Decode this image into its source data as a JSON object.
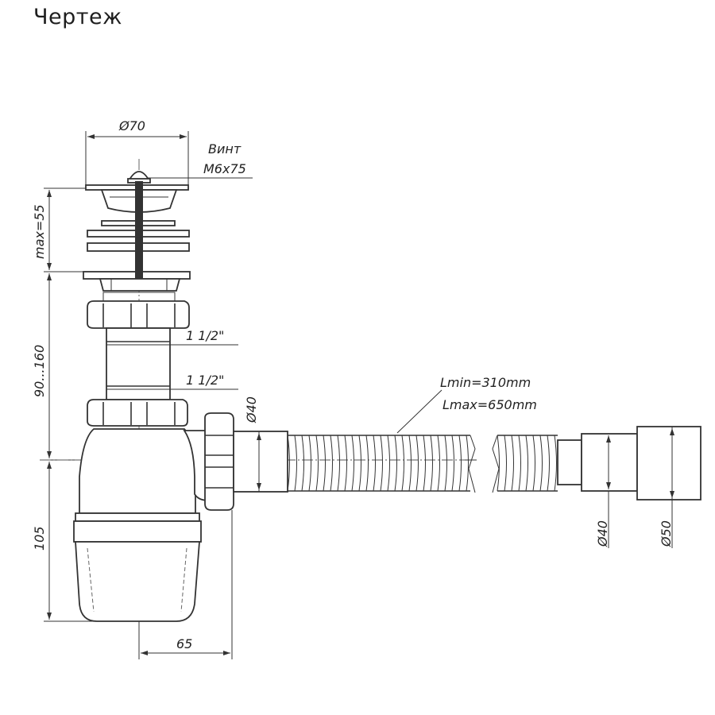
{
  "title": "Чертеж",
  "labels": {
    "d70": "Ø70",
    "screw_line1": "Винт",
    "screw_line2": "M6x75",
    "max55": "max=55",
    "range90_160": "90...160",
    "thread_top": "1 1/2\"",
    "thread_bottom": "1 1/2\"",
    "d40_outlet": "Ø40",
    "lmin": "Lmin=310mm",
    "lmax": "Lmax=650mm",
    "d40_end": "Ø40",
    "d50_end": "Ø50",
    "h105": "105",
    "w65": "65"
  }
}
